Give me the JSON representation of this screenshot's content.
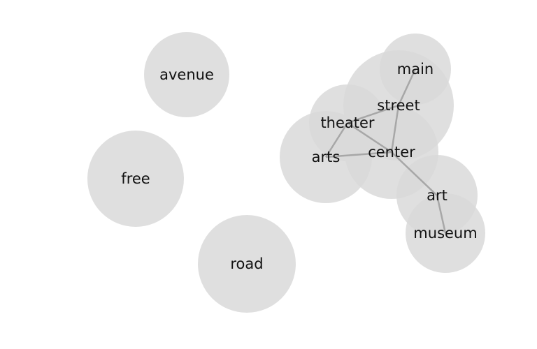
{
  "diagram": {
    "type": "word-association-bubble-graph",
    "node_color": "#d9d9d9",
    "edge_color": "#9e9e9e",
    "nodes": [
      {
        "id": "avenue",
        "label": "avenue"
      },
      {
        "id": "free",
        "label": "free"
      },
      {
        "id": "road",
        "label": "road"
      },
      {
        "id": "street",
        "label": "street"
      },
      {
        "id": "main",
        "label": "main"
      },
      {
        "id": "center",
        "label": "center"
      },
      {
        "id": "arts",
        "label": "arts"
      },
      {
        "id": "theater",
        "label": "theater"
      },
      {
        "id": "art",
        "label": "art"
      },
      {
        "id": "museum",
        "label": "museum"
      }
    ],
    "edges": [
      {
        "source": "main",
        "target": "street"
      },
      {
        "source": "street",
        "target": "center"
      },
      {
        "source": "theater",
        "target": "street"
      },
      {
        "source": "theater",
        "target": "center"
      },
      {
        "source": "theater",
        "target": "arts"
      },
      {
        "source": "arts",
        "target": "center"
      },
      {
        "source": "center",
        "target": "art"
      },
      {
        "source": "art",
        "target": "museum"
      }
    ]
  }
}
